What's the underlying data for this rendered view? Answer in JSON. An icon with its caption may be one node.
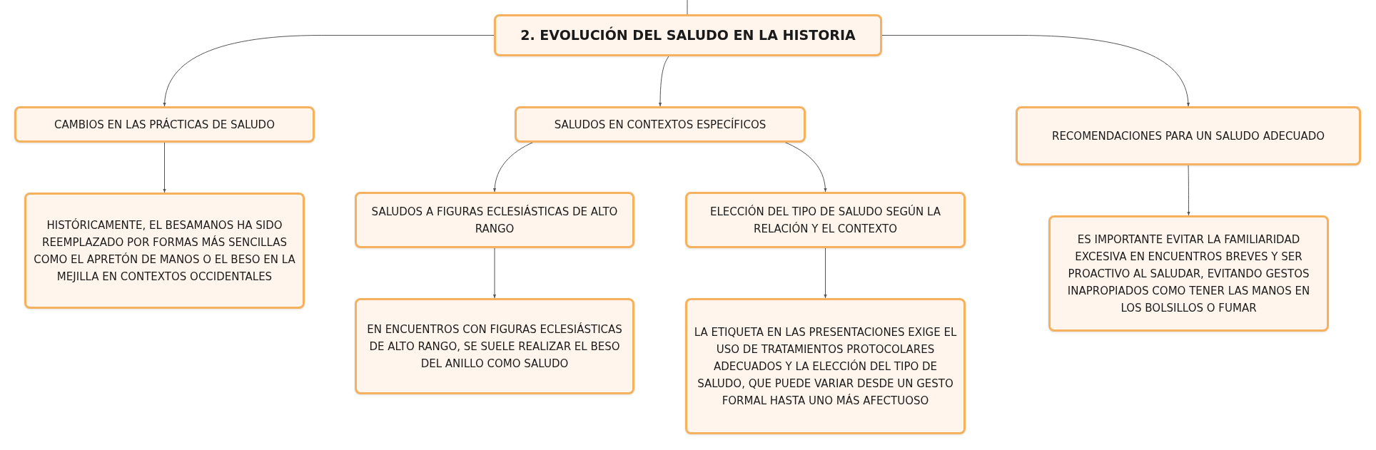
{
  "diagram": {
    "nodes": [
      {
        "text": [
          "2. EVOLUCIÓN DEL SALUDO EN LA HISTORIA"
        ]
      },
      {
        "text": [
          "CAMBIOS EN LAS PRÁCTICAS DE SALUDO"
        ]
      },
      {
        "text": [
          "SALUDOS EN CONTEXTOS ESPECÍFICOS"
        ]
      },
      {
        "text": [
          "RECOMENDACIONES PARA UN SALUDO ADECUADO"
        ]
      },
      {
        "text": [
          "HISTÓRICAMENTE, EL BESAMANOS HA SIDO REEMPLAZADO POR FORMAS MÁS SENCILLAS COMO EL APRETÓN DE MANOS O EL BESO EN LA MEJILLA EN CONTEXTOS OCCIDENTALES"
        ]
      },
      {
        "text": [
          "SALUDOS A FIGURAS ECLESIÁSTICAS DE ALTO RANGO"
        ]
      },
      {
        "text": [
          "ELECCIÓN DEL TIPO DE SALUDO SEGÚN LA RELACIÓN Y EL CONTEXTO"
        ]
      },
      {
        "text": [
          "EN ENCUENTROS CON FIGURAS ECLESIÁSTICAS DE ALTO RANGO, SE SUELE REALIZAR EL BESO DEL ANILLO COMO SALUDO"
        ]
      },
      {
        "text": [
          "LA ETIQUETA EN LAS PRESENTACIONES EXIGE EL USO DE TRATAMIENTOS PROTOCOLARES ADECUADOS Y LA ELECCIÓN DEL TIPO DE SALUDO, QUE PUEDE VARIAR DESDE UN GESTO FORMAL HASTA UNO MÁS AFECTUOSO"
        ]
      },
      {
        "text": [
          "ES IMPORTANTE EVITAR LA FAMILIARIDAD EXCESIVA EN ENCUENTROS BREVES Y SER PROACTIVO AL SALUDAR, EVITANDO GESTOS INAPROPIADOS COMO TENER LAS MANOS EN LOS BOLSILLOS O FUMAR"
        ]
      }
    ],
    "edges": [
      {
        "from": null,
        "to": 0,
        "arrow": "none"
      },
      {
        "from": 0,
        "to": 1,
        "arrow": "to"
      },
      {
        "from": 0,
        "to": 2,
        "arrow": "to"
      },
      {
        "from": 0,
        "to": 3,
        "arrow": "to"
      },
      {
        "from": 1,
        "to": 4,
        "arrow": "to"
      },
      {
        "from": 2,
        "to": 5,
        "arrow": "to"
      },
      {
        "from": 2,
        "to": 6,
        "arrow": "to"
      },
      {
        "from": 5,
        "to": 7,
        "arrow": "to"
      },
      {
        "from": 6,
        "to": 8,
        "arrow": "to"
      },
      {
        "from": 3,
        "to": 9,
        "arrow": "to"
      }
    ]
  }
}
